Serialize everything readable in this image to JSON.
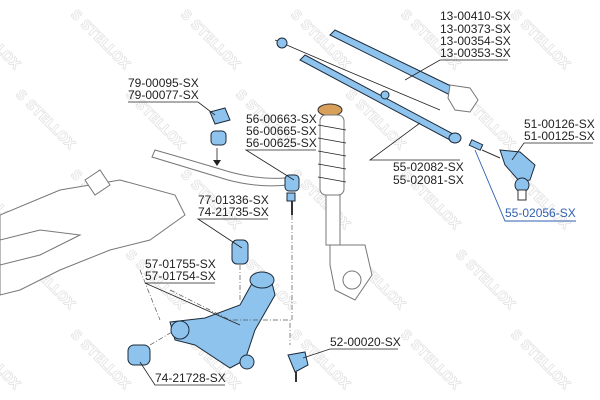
{
  "watermark": "STELLOX",
  "labels": {
    "rack": [
      "13-00410-SX",
      "13-00373-SX",
      "13-00354-SX",
      "13-00353-SX"
    ],
    "bushing_stab": [
      "79-00095-SX",
      "79-00077-SX"
    ],
    "stab_link": [
      "56-00663-SX",
      "56-00665-SX",
      "56-00625-SX"
    ],
    "tie_rod_end": [
      "51-00126-SX",
      "51-00125-SX"
    ],
    "tie_rod": [
      "55-02082-SX",
      "55-02081-SX"
    ],
    "highlighted": "55-02056-SX",
    "arm_bushing_front": [
      "77-01336-SX",
      "74-21735-SX"
    ],
    "control_arm": [
      "57-01755-SX",
      "57-01754-SX"
    ],
    "ball_joint": "52-00020-SX",
    "arm_bushing_rear": "74-21728-SX"
  },
  "colors": {
    "part": "#8ec3ee",
    "highlight": "#2f5fb0"
  }
}
